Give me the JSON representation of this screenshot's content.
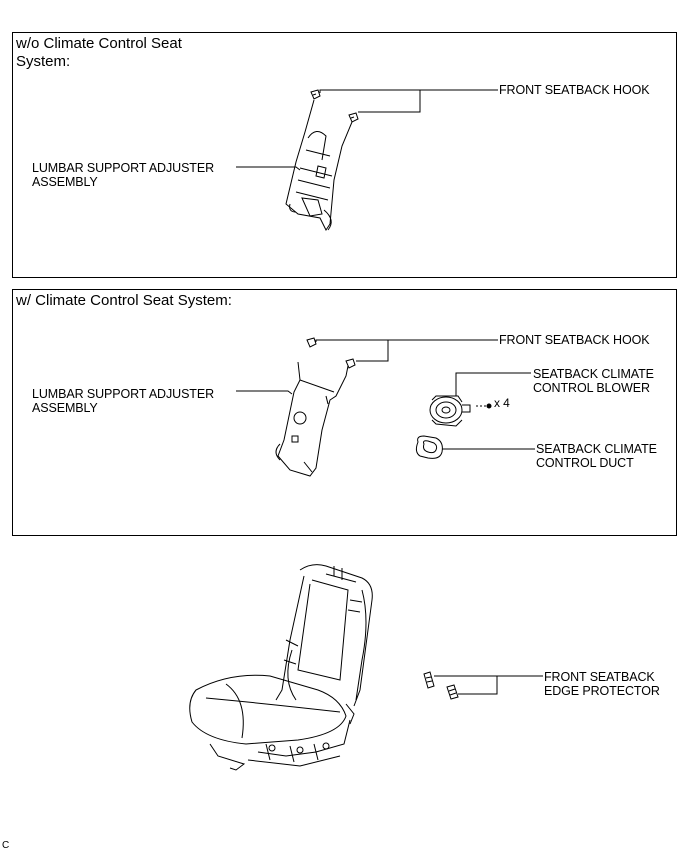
{
  "panels": {
    "without": {
      "title_line1": "w/o Climate Control Seat",
      "title_line2": "System:",
      "hook_label": "FRONT SEATBACK HOOK",
      "lumbar_line1": "LUMBAR SUPPORT ADJUSTER",
      "lumbar_line2": "ASSEMBLY"
    },
    "with": {
      "title": "w/ Climate Control Seat System:",
      "hook_label": "FRONT SEATBACK HOOK",
      "lumbar_line1": "LUMBAR SUPPORT ADJUSTER",
      "lumbar_line2": "ASSEMBLY",
      "blower_line1": "SEATBACK CLIMATE",
      "blower_line2": "CONTROL BLOWER",
      "screw_count": "x 4",
      "duct_line1": "SEATBACK CLIMATE",
      "duct_line2": "CONTROL DUCT"
    }
  },
  "seat": {
    "edge_protector_line1": "FRONT SEATBACK",
    "edge_protector_line2": "EDGE PROTECTOR"
  },
  "corner_mark": "C"
}
